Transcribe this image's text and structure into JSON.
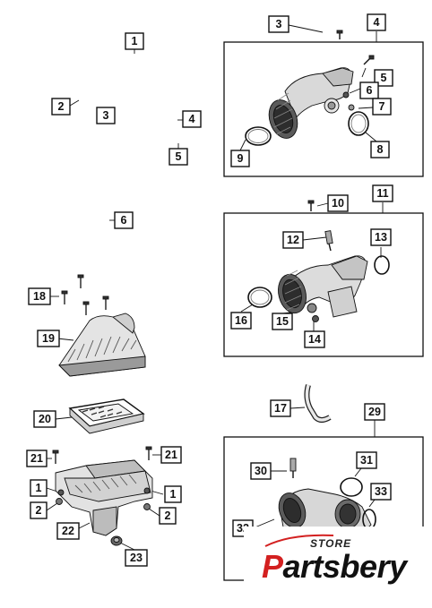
{
  "callouts": {
    "c1a": "1",
    "c2a": "2",
    "c3a": "3",
    "c4a": "4",
    "c5a": "5",
    "c6a": "6",
    "c3b": "3",
    "c4b": "4",
    "c5b": "5",
    "c6b": "6",
    "c7": "7",
    "c8": "8",
    "c9": "9",
    "c10": "10",
    "c11": "11",
    "c12": "12",
    "c13": "13",
    "c14": "14",
    "c15": "15",
    "c16": "16",
    "c17": "17",
    "c18": "18",
    "c19": "19",
    "c20": "20",
    "c21a": "21",
    "c21b": "21",
    "c1b": "1",
    "c1c": "1",
    "c2b": "2",
    "c2c": "2",
    "c22": "22",
    "c23": "23",
    "c29": "29",
    "c30": "30",
    "c31": "31",
    "c32": "32",
    "c33": "33"
  },
  "watermark": {
    "tagline": "STORE",
    "brand_first": "P",
    "brand_rest": "artsbery",
    "brand_color": "#d32020"
  }
}
